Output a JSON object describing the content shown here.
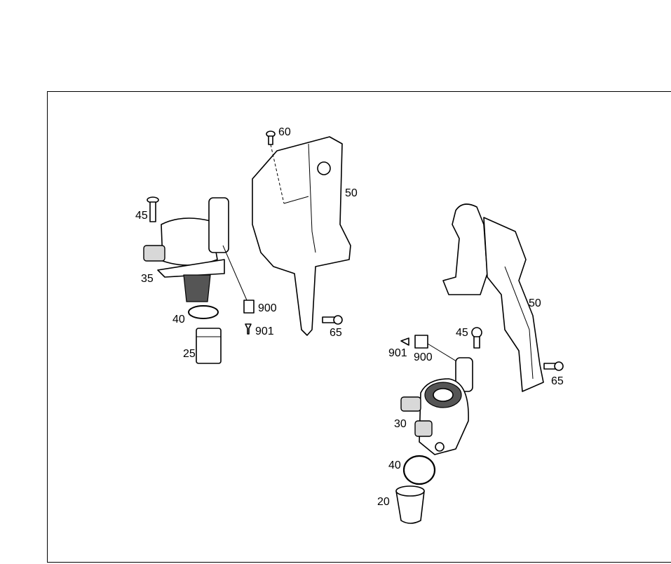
{
  "diagram": {
    "left_group": {
      "labels": {
        "bolt_top": "60",
        "bracket": "50",
        "bolt": "45",
        "pump": "35",
        "connector": "900",
        "o_ring": "40",
        "plug": "901",
        "bolt_side": "65",
        "tappet": "25"
      }
    },
    "right_group": {
      "labels": {
        "bracket": "50",
        "bolt": "45",
        "plug": "901",
        "connector": "900",
        "bolt_side": "65",
        "pump": "30",
        "o_ring": "40",
        "tappet": "20"
      }
    }
  }
}
